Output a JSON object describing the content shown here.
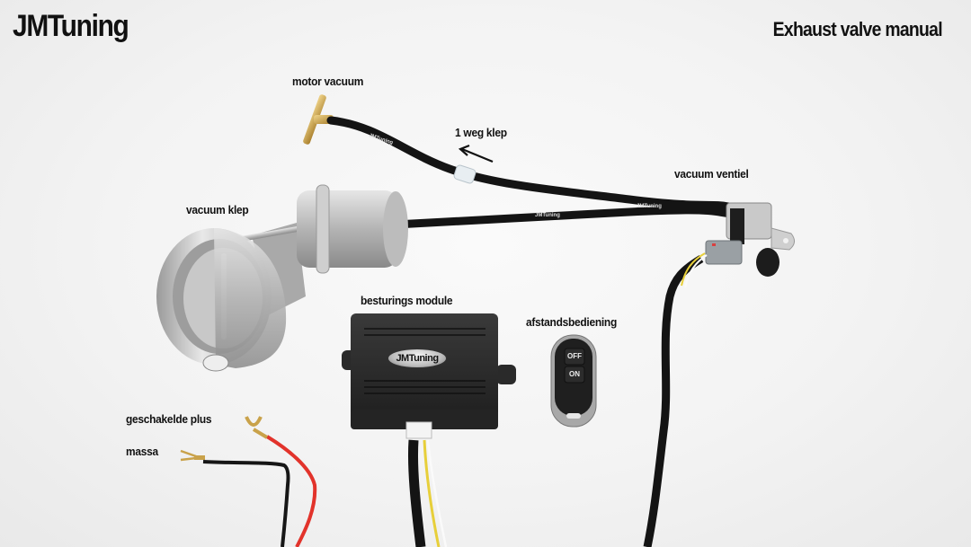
{
  "header": {
    "brand": "JMTuning",
    "title": "Exhaust valve manual"
  },
  "labels": {
    "motor_vacuum": "motor vacuum",
    "one_way_valve": "1 weg klep",
    "vacuum_valve_solenoid": "vacuum ventiel",
    "vacuum_valve": "vacuum klep",
    "control_module": "besturings module",
    "remote_control": "afstandsbediening",
    "switched_plus": "geschakelde plus",
    "ground": "massa"
  },
  "module": {
    "logo_text": "JMTuning"
  },
  "remote": {
    "off_label": "OFF",
    "on_label": "ON"
  },
  "hose_print": "JMTuning",
  "colors": {
    "background": "#f3f3f3",
    "text": "#111111",
    "hose": "#141414",
    "brass": "#c9a24a",
    "steel": "#b9b9b9",
    "module": "#2b2b2b",
    "wire_red": "#e2332b",
    "wire_black": "#161616",
    "wire_yellow": "#e7cf3a"
  }
}
